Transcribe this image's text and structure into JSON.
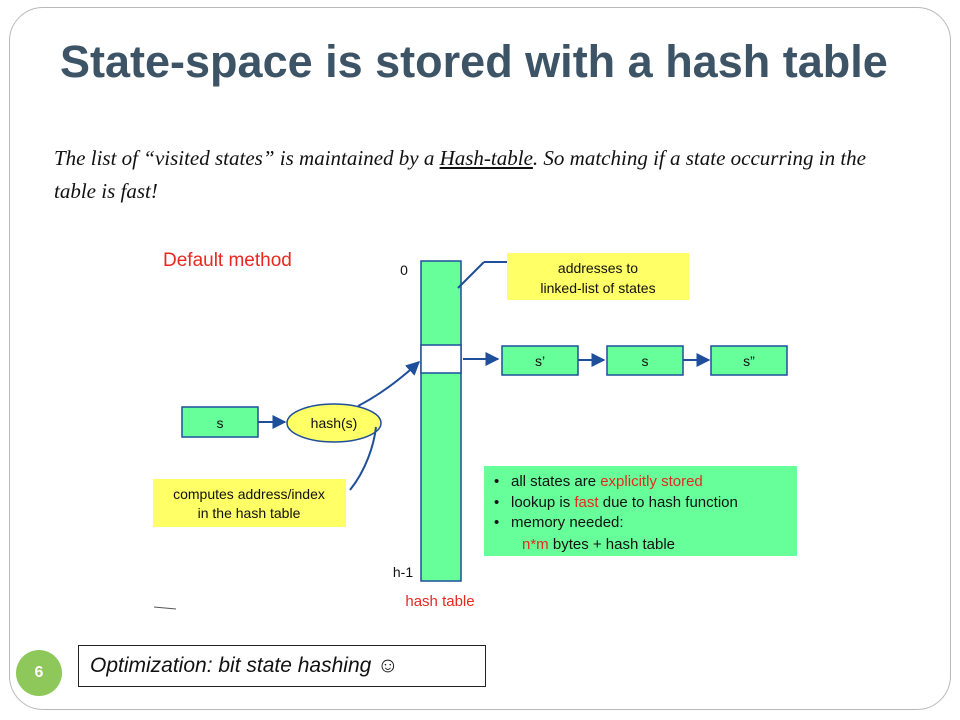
{
  "slide": {
    "title": "State-space is stored with a hash table",
    "intro": {
      "part1": "The list of “visited states” is maintained by a ",
      "link": "Hash-table",
      "part2": ". So matching if a state occurring in the table is fast!"
    },
    "page_number": "6",
    "optimization_note": "Optimization: bit state hashing ☺"
  },
  "diagram": {
    "heading": "Default method",
    "input_state": "s",
    "hash_function": "hash(s)",
    "index_top": "0",
    "index_bottom": "h-1",
    "table_label": "hash table",
    "callout_addresses": [
      "addresses to",
      "linked-list of states"
    ],
    "callout_computes": [
      "computes address/index",
      "in the hash table"
    ],
    "chain": [
      "s’",
      "s",
      "s”"
    ],
    "notes": [
      {
        "prefix": "all states are ",
        "highlight": "explicitly stored",
        "suffix": ""
      },
      {
        "prefix": "lookup is ",
        "highlight": "fast",
        "suffix": " due to hash function"
      },
      {
        "prefix": "memory needed:",
        "highlight": "",
        "suffix": ""
      }
    ],
    "memory_line": {
      "highlight": "n*m",
      "suffix": " bytes + hash table"
    },
    "colors": {
      "green": "#66ff99",
      "yellow": "#ffff66",
      "arrow": "#1f4e9a",
      "red": "#e8281e",
      "title": "#3d5366",
      "badge": "#8fc85a"
    }
  }
}
